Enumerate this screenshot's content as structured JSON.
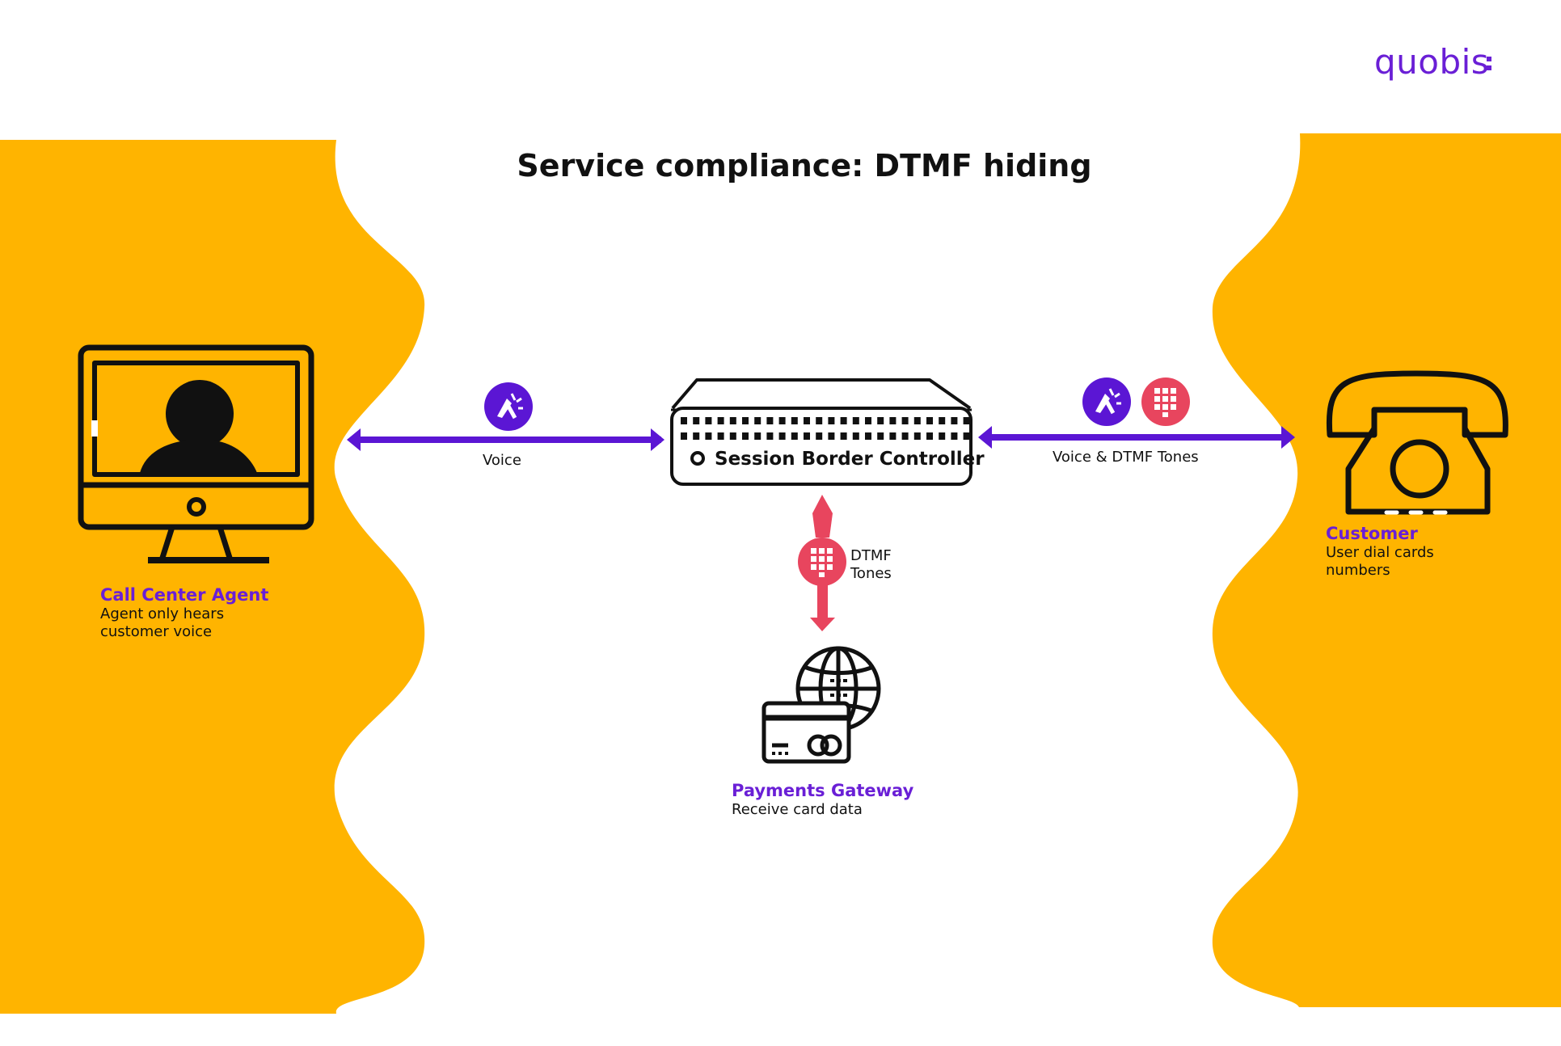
{
  "logo": "quobis",
  "title": "Service compliance: DTMF hiding",
  "colors": {
    "accent": "#6a1fd6",
    "background_band": "#ffb400",
    "dtmf": "#e8455e",
    "line": "#111111"
  },
  "links": {
    "voice": "Voice",
    "voice_dtmf": "Voice & DTMF Tones",
    "dtmf_tones": "DTMF Tones"
  },
  "nodes": {
    "agent": {
      "name": "Call Center Agent",
      "desc": "Agent only hears customer voice",
      "icon": "monitor-agent-icon"
    },
    "sbc": {
      "name": "Session Border Controller",
      "icon": "network-switch-icon"
    },
    "customer": {
      "name": "Customer",
      "desc": "User dial cards numbers",
      "icon": "telephone-icon"
    },
    "gateway": {
      "name": "Payments Gateway",
      "desc": "Receive card data",
      "icon": "card-globe-icon"
    }
  },
  "badges": {
    "voice_badge": "voice-icon",
    "keypad_badge": "keypad-icon"
  }
}
